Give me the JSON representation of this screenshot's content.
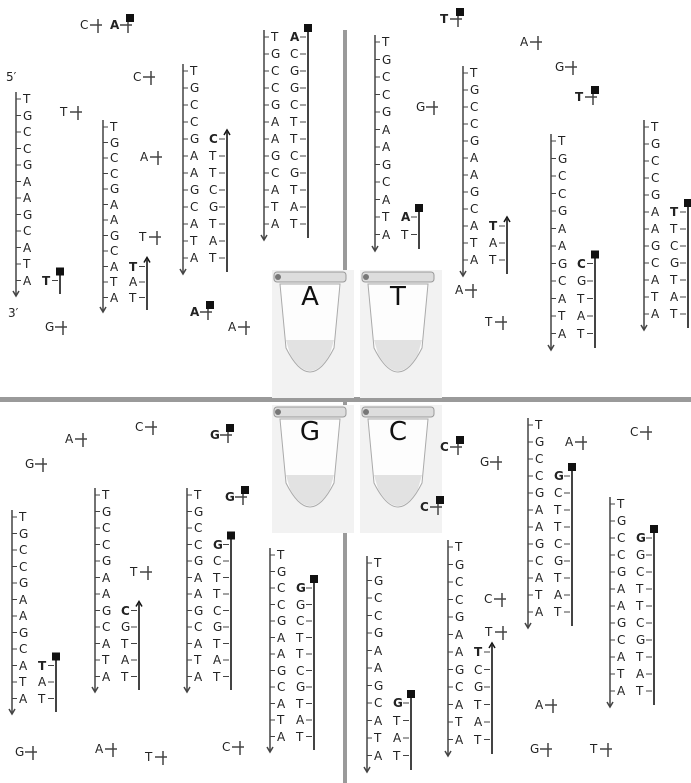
{
  "labels": {
    "five_prime": "5′",
    "three_prime": "3′"
  },
  "tubes": [
    {
      "id": "A",
      "label": "A"
    },
    {
      "id": "T",
      "label": "T"
    },
    {
      "id": "G",
      "label": "G"
    },
    {
      "id": "C",
      "label": "C"
    }
  ],
  "template_strand": [
    "T",
    "G",
    "C",
    "C",
    "G",
    "A",
    "A",
    "G",
    "C",
    "A",
    "T",
    "A"
  ],
  "quadrants": {
    "A": {
      "complements": [
        "A",
        "C",
        "G",
        "G",
        "C",
        "T",
        "T",
        "C",
        "G",
        "T",
        "A",
        "T"
      ],
      "terminator": "A"
    },
    "T": {
      "terminator": "T"
    },
    "G": {
      "terminator": "G"
    },
    "C": {
      "terminator": "C"
    }
  },
  "colors": {
    "divider": "#9a9a9a",
    "text": "#222222",
    "marker": "#111111"
  }
}
